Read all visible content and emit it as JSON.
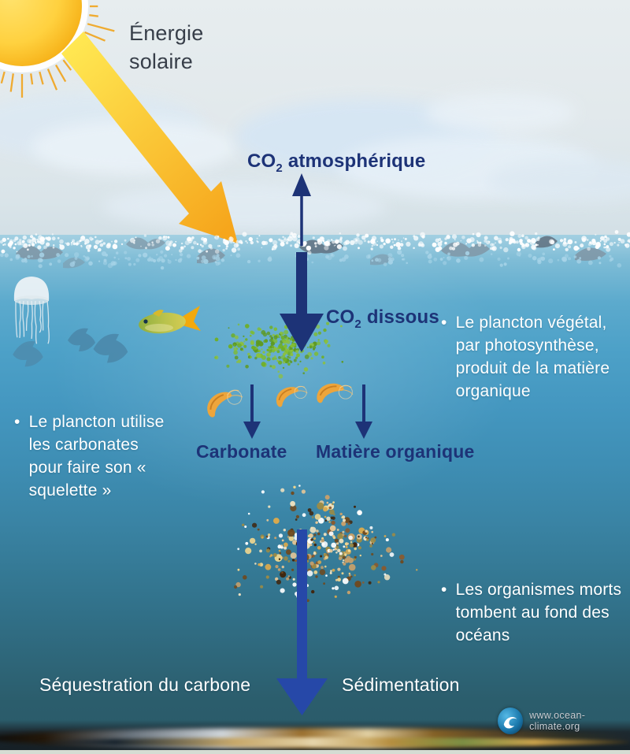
{
  "labels": {
    "solar_energy": "Énergie solaire",
    "co2_atmospheric": {
      "formula": "CO",
      "subscript": "2",
      "text": " atmosphérique"
    },
    "co2_dissolved": {
      "formula": "CO",
      "subscript": "2",
      "text": " dissous"
    },
    "carbonate": "Carbonate",
    "organic_matter": "Matière organique",
    "sequestration": "Séquestration du carbone",
    "sedimentation": "Sédimentation"
  },
  "bullets": {
    "marker": "•",
    "left": "Le plancton utilise les carbonates pour faire son « squelette »",
    "right_top": "Le plancton végétal, par photosynthèse, produit de la matière organique",
    "right_bottom": "Les organismes morts tombent au fond des océans"
  },
  "footer": {
    "website": "www.ocean-climate.org"
  },
  "colors": {
    "navy_text": "#1d3377",
    "big_arrow_blue": "#2648a8",
    "sun_core": "#ffd94e",
    "sun_edge": "#f2a307",
    "ray": "#f1a41c",
    "beam_start": "#ffe852",
    "beam_end": "#f6a61c",
    "sky": "#e2e9ec",
    "dark_text": "#373e49"
  },
  "decor": {
    "plankton_palette": [
      "#6fae27",
      "#7fbc33",
      "#5e9a22",
      "#8cc03e"
    ],
    "snow_palette": [
      "#e9c896",
      "#f2e3c0",
      "#8a5a2e",
      "#6e4a20",
      "#9c8b45",
      "#ffffff",
      "#d8a94e",
      "#40270f",
      "#c7a06b",
      "#f6d98e"
    ],
    "foam_white": "#ffffff",
    "foam_blue": "#a8d4e8"
  }
}
